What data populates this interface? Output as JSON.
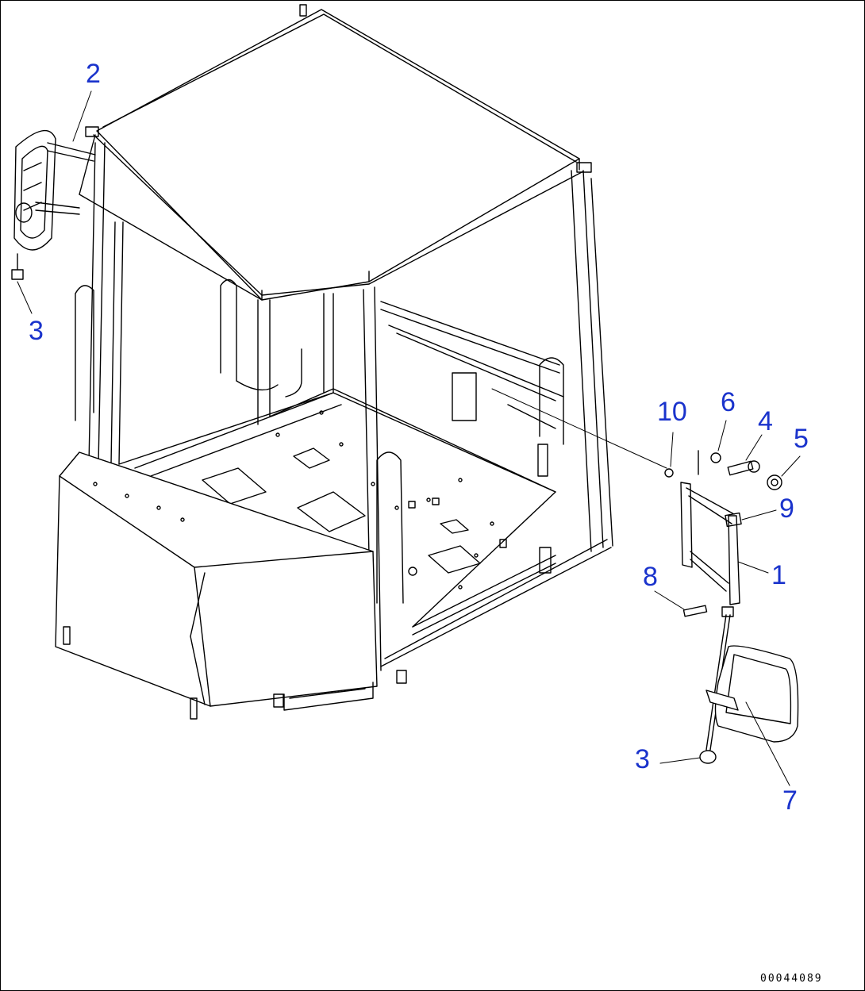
{
  "diagram": {
    "callout_color": "#1a33cc",
    "line_color": "#000000",
    "callouts": [
      {
        "id": "c2",
        "label": "2"
      },
      {
        "id": "c3a",
        "label": "3"
      },
      {
        "id": "c10",
        "label": "10"
      },
      {
        "id": "c6",
        "label": "6"
      },
      {
        "id": "c4",
        "label": "4"
      },
      {
        "id": "c5",
        "label": "5"
      },
      {
        "id": "c9",
        "label": "9"
      },
      {
        "id": "c1",
        "label": "1"
      },
      {
        "id": "c8",
        "label": "8"
      },
      {
        "id": "c3b",
        "label": "3"
      },
      {
        "id": "c7",
        "label": "7"
      }
    ]
  },
  "footer": {
    "document_number": "00044089"
  }
}
